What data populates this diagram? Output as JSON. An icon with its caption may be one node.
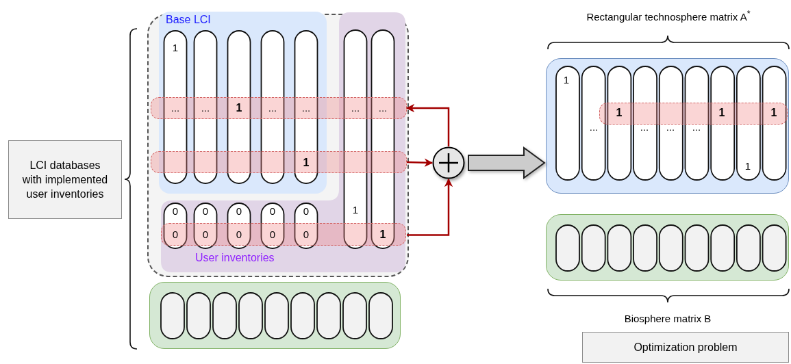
{
  "diagram": {
    "nodes": [
      {
        "text": [
          "LCI databases with implemented user inventories"
        ]
      },
      {
        "text": [],
        "shape": "box"
      },
      {
        "text": [
          "Base LCI"
        ],
        "in": 1
      },
      {
        "text": [
          "User inventories"
        ],
        "in": 1
      },
      {
        "text": [],
        "shape": "box",
        "in": 1
      },
      {
        "text": [],
        "shape": "box",
        "in": 1
      },
      {
        "text": [],
        "shape": "box",
        "in": 3
      },
      {
        "text": [],
        "shape": "circle"
      },
      {
        "text": [],
        "shape": "box"
      },
      {
        "text": [],
        "shape": "box",
        "beside": [
          "Rectangular technosphere matrix A$^{*}$"
        ]
      },
      {
        "text": [],
        "shape": "box",
        "in": 9
      },
      {
        "text": [],
        "shape": "box"
      },
      {
        "text": [
          "Optimization problem"
        ]
      }
    ],
    "edges": [
      {
        "from": 5,
        "to": 7,
        "arrow": "to"
      },
      {
        "from": 6,
        "to": 7,
        "arrow": "to"
      },
      {
        "from": 7,
        "to": 4,
        "arrow": "to"
      },
      {
        "from": 7,
        "to": 9,
        "arrow": "to",
        "style": "thick",
        "color": "#cccccc"
      }
    ],
    "labels": [
      "1",
      "...",
      "...",
      "1",
      "...",
      "...",
      "...",
      "...",
      "1",
      "0",
      "0",
      "0",
      "0",
      "0",
      "1",
      "0",
      "0",
      "0",
      "0",
      "0",
      "1",
      "1",
      "1",
      "1",
      "1",
      "...",
      "...",
      "...",
      "...",
      "1",
      "Biosphere matrix B"
    ]
  }
}
